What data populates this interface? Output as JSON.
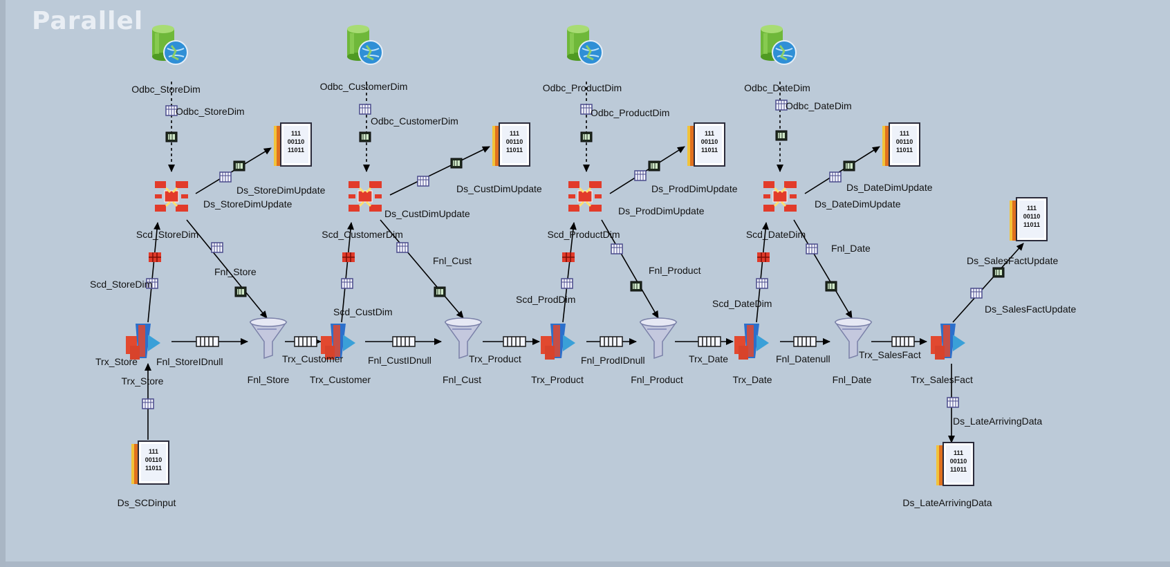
{
  "title": "Parallel",
  "labels": {
    "odbc_store": "Odbc_StoreDim",
    "odbc_customer": "Odbc_CustomerDim",
    "odbc_product": "Odbc_ProductDim",
    "odbc_date": "Odbc_DateDim",
    "link_odbc_store": "Odbc_StoreDim",
    "link_odbc_customer": "Odbc_CustomerDim",
    "link_odbc_product": "Odbc_ProductDim",
    "link_odbc_date": "Odbc_DateDim",
    "ds_storedimupdate": "Ds_StoreDimUpdate",
    "ds_custdimupdate": "Ds_CustDimUpdate",
    "ds_proddimupdate": "Ds_ProdDimUpdate",
    "ds_datedimupdate": "Ds_DateDimUpdate",
    "link_ds_storedimupdate": "Ds_StoreDimUpdate",
    "link_ds_custdimupdate": "Ds_CustDimUpdate",
    "link_ds_proddimupdate": "Ds_ProdDimUpdate",
    "link_ds_datedimupdate": "Ds_DateDimUpdate",
    "scd_store": "Scd_StoreDim",
    "scd_customer": "Scd_CustomerDim",
    "scd_product": "Scd_ProductDim",
    "scd_date": "Scd_DateDim",
    "link_scd_store": "Scd_StoreDim",
    "link_scd_cust": "Scd_CustDim",
    "link_scd_prod": "Scd_ProdDim",
    "link_scd_date": "Scd_DateDim",
    "link_fnl_store": "Fnl_Store",
    "link_fnl_cust": "Fnl_Cust",
    "link_fnl_product": "Fnl_Product",
    "link_fnl_date": "Fnl_Date",
    "trx_store": "Trx_Store",
    "trx_customer": "Trx_Customer",
    "trx_product": "Trx_Product",
    "trx_date": "Trx_Date",
    "trx_salesfact": "Trx_SalesFact",
    "link_trx_store": "Trx_Store",
    "link_trx_customer": "Trx_Customer",
    "link_trx_product": "Trx_Product",
    "link_trx_date": "Trx_Date",
    "link_trx_salesfact": "Trx_SalesFact",
    "fnl_store": "Fnl_Store",
    "fnl_cust": "Fnl_Cust",
    "fnl_product": "Fnl_Product",
    "fnl_date": "Fnl_Date",
    "link_fnl_storeidnull": "Fnl_StoreIDnull",
    "link_fnl_custidnull": "Fnl_CustIDnull",
    "link_fnl_prodidnull": "Fnl_ProdIDnull",
    "link_fnl_datenull": "Fnl_Datenull",
    "ds_scdinput": "Ds_SCDinput",
    "ds_salesfactupdate": "Ds_SalesFactUpdate",
    "link_ds_salesfactupdate": "Ds_SalesFactUpdate",
    "ds_latearrivingdata": "Ds_LateArrivingData",
    "link_ds_latearrivingdata": "Ds_LateArrivingData"
  },
  "colors": {
    "background": "#bccad8",
    "db_green": "#7cc142",
    "globe_blue": "#3fa3e0",
    "scd_red": "#e23b2a",
    "funnel": "#b9bdd6",
    "transformer_blue": "#2c6fcb",
    "transformer_red": "#e2492f"
  }
}
